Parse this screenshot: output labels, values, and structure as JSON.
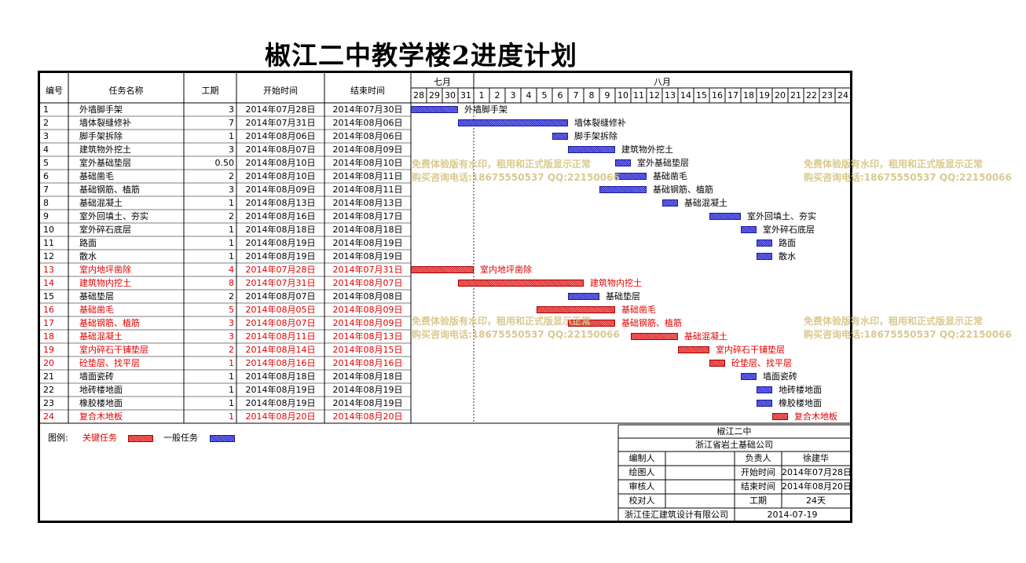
{
  "title": "椒江二中教学楼2进度计划",
  "headers": {
    "id": "编号",
    "name": "任务名称",
    "dur": "工期",
    "start": "开始时间",
    "end": "结束时间"
  },
  "months": [
    {
      "label": "七月"
    },
    {
      "label": "八月"
    }
  ],
  "day_labels": [
    "28",
    "29",
    "30",
    "31",
    "1",
    "2",
    "3",
    "4",
    "5",
    "6",
    "7",
    "8",
    "9",
    "10",
    "11",
    "12",
    "13",
    "14",
    "15",
    "16",
    "17",
    "18",
    "19",
    "20",
    "21",
    "22",
    "23",
    "24"
  ],
  "colors": {
    "critical_text": "#e00000",
    "normal_text": "#000000",
    "normal_bar": "#2b2bd0",
    "critical_bar": "#d22222",
    "watermark": "#d8c78a"
  },
  "chart_data": {
    "type": "gantt",
    "x_range": [
      "2014-07-28",
      "2014-08-24"
    ],
    "tasks": [
      {
        "id": "1",
        "name": "外墙脚手架",
        "dur": "3",
        "start": "2014年07月28日",
        "end": "2014年07月30日",
        "s": "2014-07-28",
        "e": "2014-07-30",
        "critical": false
      },
      {
        "id": "2",
        "name": "墙体裂缝修补",
        "dur": "7",
        "start": "2014年07月31日",
        "end": "2014年08月06日",
        "s": "2014-07-31",
        "e": "2014-08-06",
        "critical": false
      },
      {
        "id": "3",
        "name": "脚手架拆除",
        "dur": "1",
        "start": "2014年08月06日",
        "end": "2014年08月06日",
        "s": "2014-08-06",
        "e": "2014-08-06",
        "critical": false
      },
      {
        "id": "4",
        "name": "建筑物外挖土",
        "dur": "3",
        "start": "2014年08月07日",
        "end": "2014年08月09日",
        "s": "2014-08-07",
        "e": "2014-08-09",
        "critical": false
      },
      {
        "id": "5",
        "name": "室外基础垫层",
        "dur": "0.50",
        "start": "2014年08月10日",
        "end": "2014年08月10日",
        "s": "2014-08-10",
        "e": "2014-08-10",
        "critical": false
      },
      {
        "id": "6",
        "name": "基础凿毛",
        "dur": "2",
        "start": "2014年08月10日",
        "end": "2014年08月11日",
        "s": "2014-08-10",
        "e": "2014-08-11",
        "critical": false
      },
      {
        "id": "7",
        "name": "基础钢筋、植筋",
        "dur": "3",
        "start": "2014年08月09日",
        "end": "2014年08月11日",
        "s": "2014-08-09",
        "e": "2014-08-11",
        "critical": false
      },
      {
        "id": "8",
        "name": "基础混凝土",
        "dur": "1",
        "start": "2014年08月13日",
        "end": "2014年08月13日",
        "s": "2014-08-13",
        "e": "2014-08-13",
        "critical": false
      },
      {
        "id": "9",
        "name": "室外回填土、夯实",
        "dur": "2",
        "start": "2014年08月16日",
        "end": "2014年08月17日",
        "s": "2014-08-16",
        "e": "2014-08-17",
        "critical": false
      },
      {
        "id": "10",
        "name": "室外碎石底层",
        "dur": "1",
        "start": "2014年08月18日",
        "end": "2014年08月18日",
        "s": "2014-08-18",
        "e": "2014-08-18",
        "critical": false
      },
      {
        "id": "11",
        "name": "路面",
        "dur": "1",
        "start": "2014年08月19日",
        "end": "2014年08月19日",
        "s": "2014-08-19",
        "e": "2014-08-19",
        "critical": false
      },
      {
        "id": "12",
        "name": "散水",
        "dur": "1",
        "start": "2014年08月19日",
        "end": "2014年08月19日",
        "s": "2014-08-19",
        "e": "2014-08-19",
        "critical": false
      },
      {
        "id": "13",
        "name": "室内地坪凿除",
        "dur": "4",
        "start": "2014年07月28日",
        "end": "2014年07月31日",
        "s": "2014-07-28",
        "e": "2014-07-31",
        "critical": true
      },
      {
        "id": "14",
        "name": "建筑物内挖土",
        "dur": "8",
        "start": "2014年07月31日",
        "end": "2014年08月07日",
        "s": "2014-07-31",
        "e": "2014-08-07",
        "critical": true
      },
      {
        "id": "15",
        "name": "基础垫层",
        "dur": "2",
        "start": "2014年08月07日",
        "end": "2014年08月08日",
        "s": "2014-08-07",
        "e": "2014-08-08",
        "critical": false
      },
      {
        "id": "16",
        "name": "基础凿毛",
        "dur": "5",
        "start": "2014年08月05日",
        "end": "2014年08月09日",
        "s": "2014-08-05",
        "e": "2014-08-09",
        "critical": true
      },
      {
        "id": "17",
        "name": "基础钢筋、植筋",
        "dur": "3",
        "start": "2014年08月07日",
        "end": "2014年08月09日",
        "s": "2014-08-07",
        "e": "2014-08-09",
        "critical": true
      },
      {
        "id": "18",
        "name": "基础混凝土",
        "dur": "3",
        "start": "2014年08月11日",
        "end": "2014年08月13日",
        "s": "2014-08-11",
        "e": "2014-08-13",
        "critical": true
      },
      {
        "id": "19",
        "name": "室内碎石干铺垫层",
        "dur": "2",
        "start": "2014年08月14日",
        "end": "2014年08月15日",
        "s": "2014-08-14",
        "e": "2014-08-15",
        "critical": true
      },
      {
        "id": "20",
        "name": "砼垫层、找平层",
        "dur": "1",
        "start": "2014年08月16日",
        "end": "2014年08月16日",
        "s": "2014-08-16",
        "e": "2014-08-16",
        "critical": true
      },
      {
        "id": "21",
        "name": "墙面瓷砖",
        "dur": "1",
        "start": "2014年08月18日",
        "end": "2014年08月18日",
        "s": "2014-08-18",
        "e": "2014-08-18",
        "critical": false
      },
      {
        "id": "22",
        "name": "地砖楼地面",
        "dur": "1",
        "start": "2014年08月19日",
        "end": "2014年08月19日",
        "s": "2014-08-19",
        "e": "2014-08-19",
        "critical": false
      },
      {
        "id": "23",
        "name": "橡胶楼地面",
        "dur": "1",
        "start": "2014年08月19日",
        "end": "2014年08月19日",
        "s": "2014-08-19",
        "e": "2014-08-19",
        "critical": false
      },
      {
        "id": "24",
        "name": "复合木地板",
        "dur": "1",
        "start": "2014年08月20日",
        "end": "2014年08月20日",
        "s": "2014-08-20",
        "e": "2014-08-20",
        "critical": true
      }
    ]
  },
  "legend": {
    "prefix": "图例:",
    "critical": "关键任务",
    "normal": "一般任务"
  },
  "watermark": {
    "line1": "免费体验版有水印，租用和正式版显示正常",
    "line2": "购买咨询电话:18675550537 QQ:22150066"
  },
  "info": {
    "school": "椒江二中",
    "company": "浙江省岩土基础公司",
    "editor_label": "编制人",
    "editor": "",
    "owner_label": "负责人",
    "owner": "徐建华",
    "drawer_label": "绘图人",
    "drawer": "",
    "start_label": "开始时间",
    "start": "2014年07月28日",
    "reviewer_label": "审核人",
    "reviewer": "",
    "end_label": "结束时间",
    "end": "2014年08月20日",
    "checker_label": "校对人",
    "checker": "",
    "dur_label": "工期",
    "dur": "24天",
    "design_company": "浙江佳汇建筑设计有限公司",
    "date": "2014-07-19"
  }
}
